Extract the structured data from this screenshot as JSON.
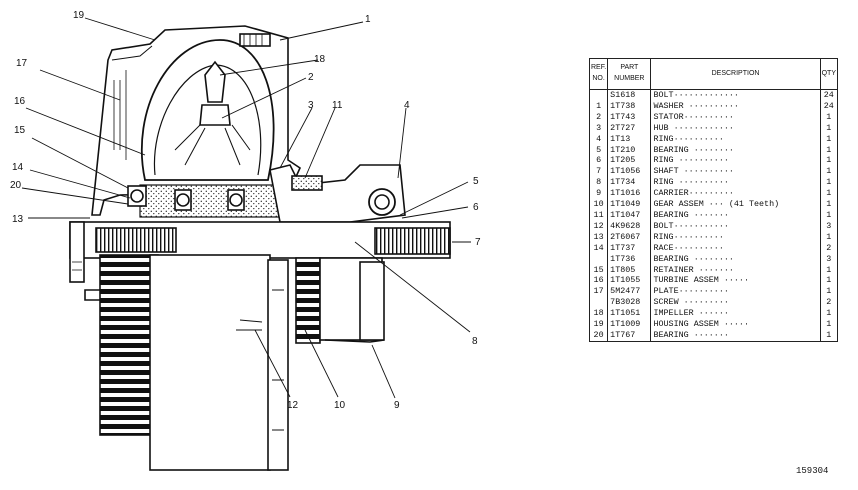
{
  "figure_id": "159304",
  "table": {
    "headers": {
      "ref": "REF. NO.",
      "part": "PART NUMBER",
      "desc": "DESCRIPTION",
      "qty": "QTY"
    },
    "rows": [
      {
        "ref": "",
        "part": "S1618",
        "desc": "BOLT·············",
        "qty": "24"
      },
      {
        "ref": "1",
        "part": "1T738",
        "desc": "WASHER ··········",
        "qty": "24"
      },
      {
        "ref": "2",
        "part": "1T743",
        "desc": "STATOR··········",
        "qty": "1"
      },
      {
        "ref": "3",
        "part": "2T727",
        "desc": "HUB ············",
        "qty": "1"
      },
      {
        "ref": "4",
        "part": "1T13",
        "desc": "RING··········",
        "qty": "1"
      },
      {
        "ref": "5",
        "part": "1T210",
        "desc": "BEARING ········",
        "qty": "1"
      },
      {
        "ref": "6",
        "part": "1T205",
        "desc": "RING ··········",
        "qty": "1"
      },
      {
        "ref": "7",
        "part": "1T1056",
        "desc": "SHAFT ··········",
        "qty": "1"
      },
      {
        "ref": "8",
        "part": "1T734",
        "desc": "RING ··········",
        "qty": "1"
      },
      {
        "ref": "9",
        "part": "1T1016",
        "desc": "CARRIER·········",
        "qty": "1"
      },
      {
        "ref": "10",
        "part": "1T1049",
        "desc": "GEAR ASSEM ··· (41 Teeth)",
        "qty": "1"
      },
      {
        "ref": "11",
        "part": "1T1047",
        "desc": "  BEARING ·······",
        "qty": "1"
      },
      {
        "ref": "12",
        "part": "4K9628",
        "desc": "BOLT···········",
        "qty": "3"
      },
      {
        "ref": "13",
        "part": "2T6067",
        "desc": "RING··········",
        "qty": "1"
      },
      {
        "ref": "14",
        "part": "1T737",
        "desc": "RACE··········",
        "qty": "2"
      },
      {
        "ref": "",
        "part": "1T736",
        "desc": "BEARING ········",
        "qty": "3"
      },
      {
        "ref": "15",
        "part": "1T805",
        "desc": "RETAINER ·······",
        "qty": "1"
      },
      {
        "ref": "16",
        "part": "1T1055",
        "desc": "TURBINE ASSEM ·····",
        "qty": "1"
      },
      {
        "ref": "17",
        "part": "5M2477",
        "desc": "PLATE··········",
        "qty": "1"
      },
      {
        "ref": "",
        "part": "7B3028",
        "desc": "SCREW ·········",
        "qty": "2"
      },
      {
        "ref": "18",
        "part": "1T1051",
        "desc": "IMPELLER ······",
        "qty": "1"
      },
      {
        "ref": "19",
        "part": "1T1009",
        "desc": "HOUSING ASSEM ·····",
        "qty": "1"
      },
      {
        "ref": "20",
        "part": "1T767",
        "desc": "  BEARING ·······",
        "qty": "1"
      }
    ]
  },
  "callouts": {
    "c1": "1",
    "c2": "2",
    "c3": "3",
    "c4": "4",
    "c5": "5",
    "c6": "6",
    "c7": "7",
    "c8": "8",
    "c9": "9",
    "c10": "10",
    "c11": "11",
    "c12": "12",
    "c13": "13",
    "c14": "14",
    "c15": "15",
    "c16": "16",
    "c17": "17",
    "c18": "18",
    "c19": "19",
    "c20": "20"
  }
}
